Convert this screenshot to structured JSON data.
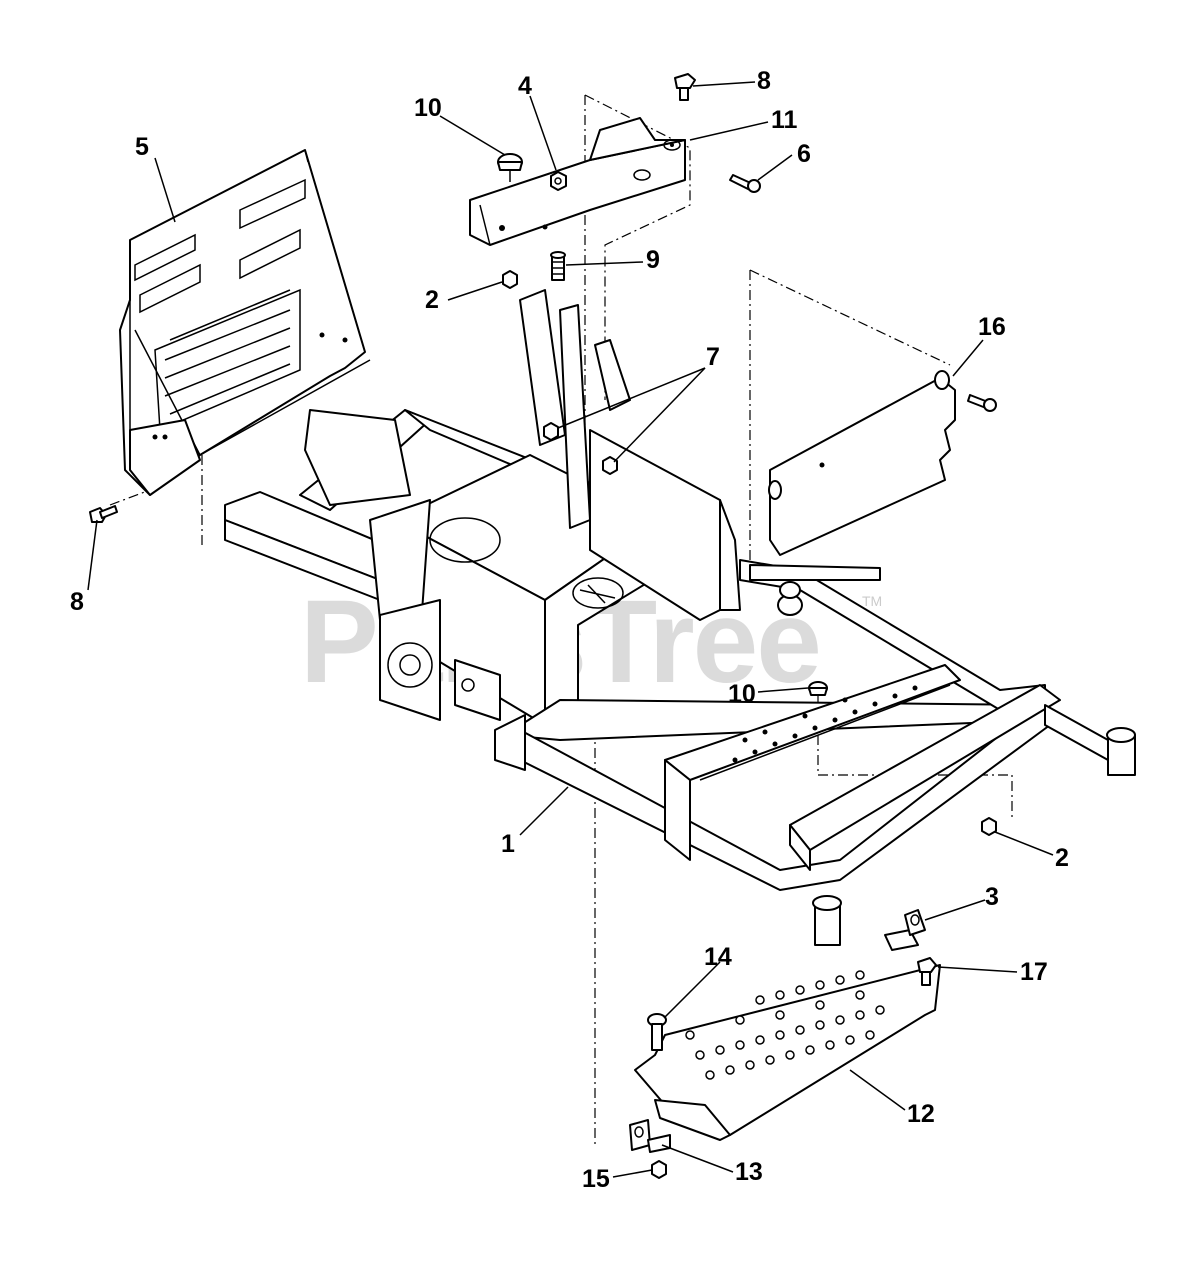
{
  "watermark": {
    "text": "PartsTree",
    "trademark": "TM"
  },
  "callouts": [
    {
      "id": "c1",
      "label": "1"
    },
    {
      "id": "c2a",
      "label": "2"
    },
    {
      "id": "c2b",
      "label": "2"
    },
    {
      "id": "c3",
      "label": "3"
    },
    {
      "id": "c4",
      "label": "4"
    },
    {
      "id": "c5",
      "label": "5"
    },
    {
      "id": "c6",
      "label": "6"
    },
    {
      "id": "c7",
      "label": "7"
    },
    {
      "id": "c8a",
      "label": "8"
    },
    {
      "id": "c8b",
      "label": "8"
    },
    {
      "id": "c9",
      "label": "9"
    },
    {
      "id": "c10a",
      "label": "10"
    },
    {
      "id": "c10b",
      "label": "10"
    },
    {
      "id": "c11",
      "label": "11"
    },
    {
      "id": "c12",
      "label": "12"
    },
    {
      "id": "c13",
      "label": "13"
    },
    {
      "id": "c14",
      "label": "14"
    },
    {
      "id": "c15",
      "label": "15"
    },
    {
      "id": "c16",
      "label": "16"
    },
    {
      "id": "c17",
      "label": "17"
    }
  ]
}
